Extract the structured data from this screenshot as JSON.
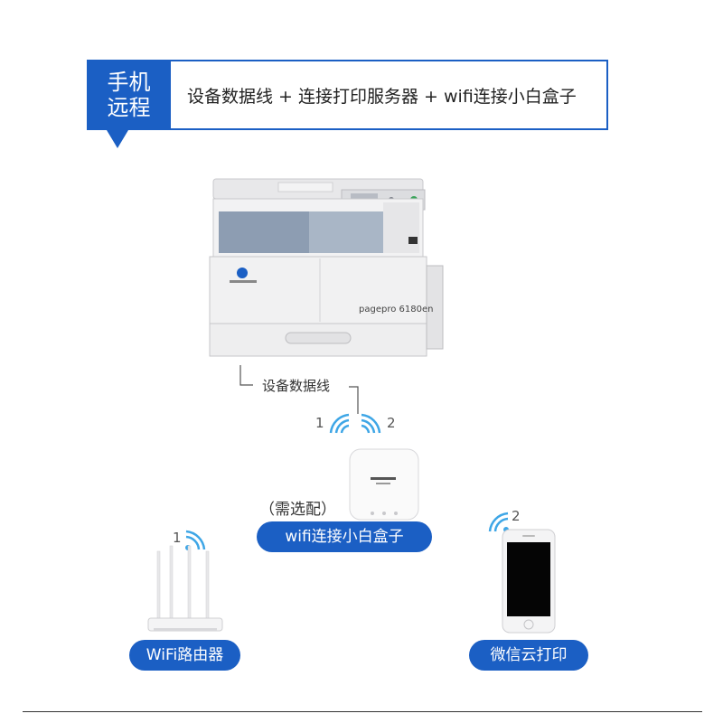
{
  "header": {
    "tag": "手机远程",
    "description": "设备数据线 + 连接打印服务器 + wifi连接小白盒子"
  },
  "printer": {
    "model_label": "pagepro 6180en"
  },
  "cable_label": "设备数据线",
  "box": {
    "optional_note": "（需选配）",
    "name": "wifi连接小白盒子",
    "signal_left_num": "1",
    "signal_right_num": "2"
  },
  "router": {
    "signal_num": "1",
    "name": "WiFi路由器"
  },
  "phone": {
    "signal_num": "2",
    "name": "微信云打印"
  },
  "colors": {
    "accent": "#1b5fc4",
    "wifi": "#3ea6e6"
  }
}
